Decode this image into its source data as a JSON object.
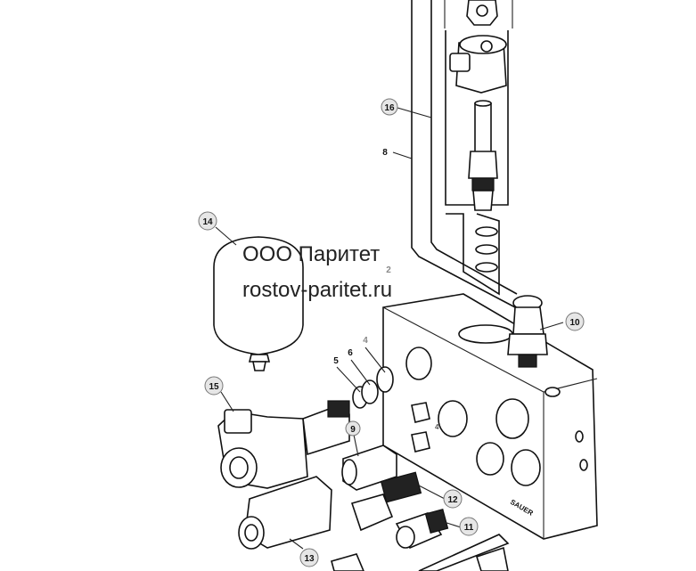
{
  "watermark": {
    "line1": "ООО Паритет",
    "line2": "rostov-paritet.ru"
  },
  "callouts": [
    {
      "id": "16",
      "label": "16"
    },
    {
      "id": "8",
      "label": "8"
    },
    {
      "id": "14",
      "label": "14"
    },
    {
      "id": "2",
      "label": "2"
    },
    {
      "id": "10",
      "label": "10"
    },
    {
      "id": "5",
      "label": "5"
    },
    {
      "id": "6",
      "label": "6"
    },
    {
      "id": "4",
      "label": "4"
    },
    {
      "id": "15",
      "label": "15"
    },
    {
      "id": "9",
      "label": "9"
    },
    {
      "id": "12",
      "label": "12"
    },
    {
      "id": "11",
      "label": "11"
    },
    {
      "id": "13",
      "label": "13"
    }
  ],
  "block_marking": "SAUER",
  "port_mark": "4"
}
